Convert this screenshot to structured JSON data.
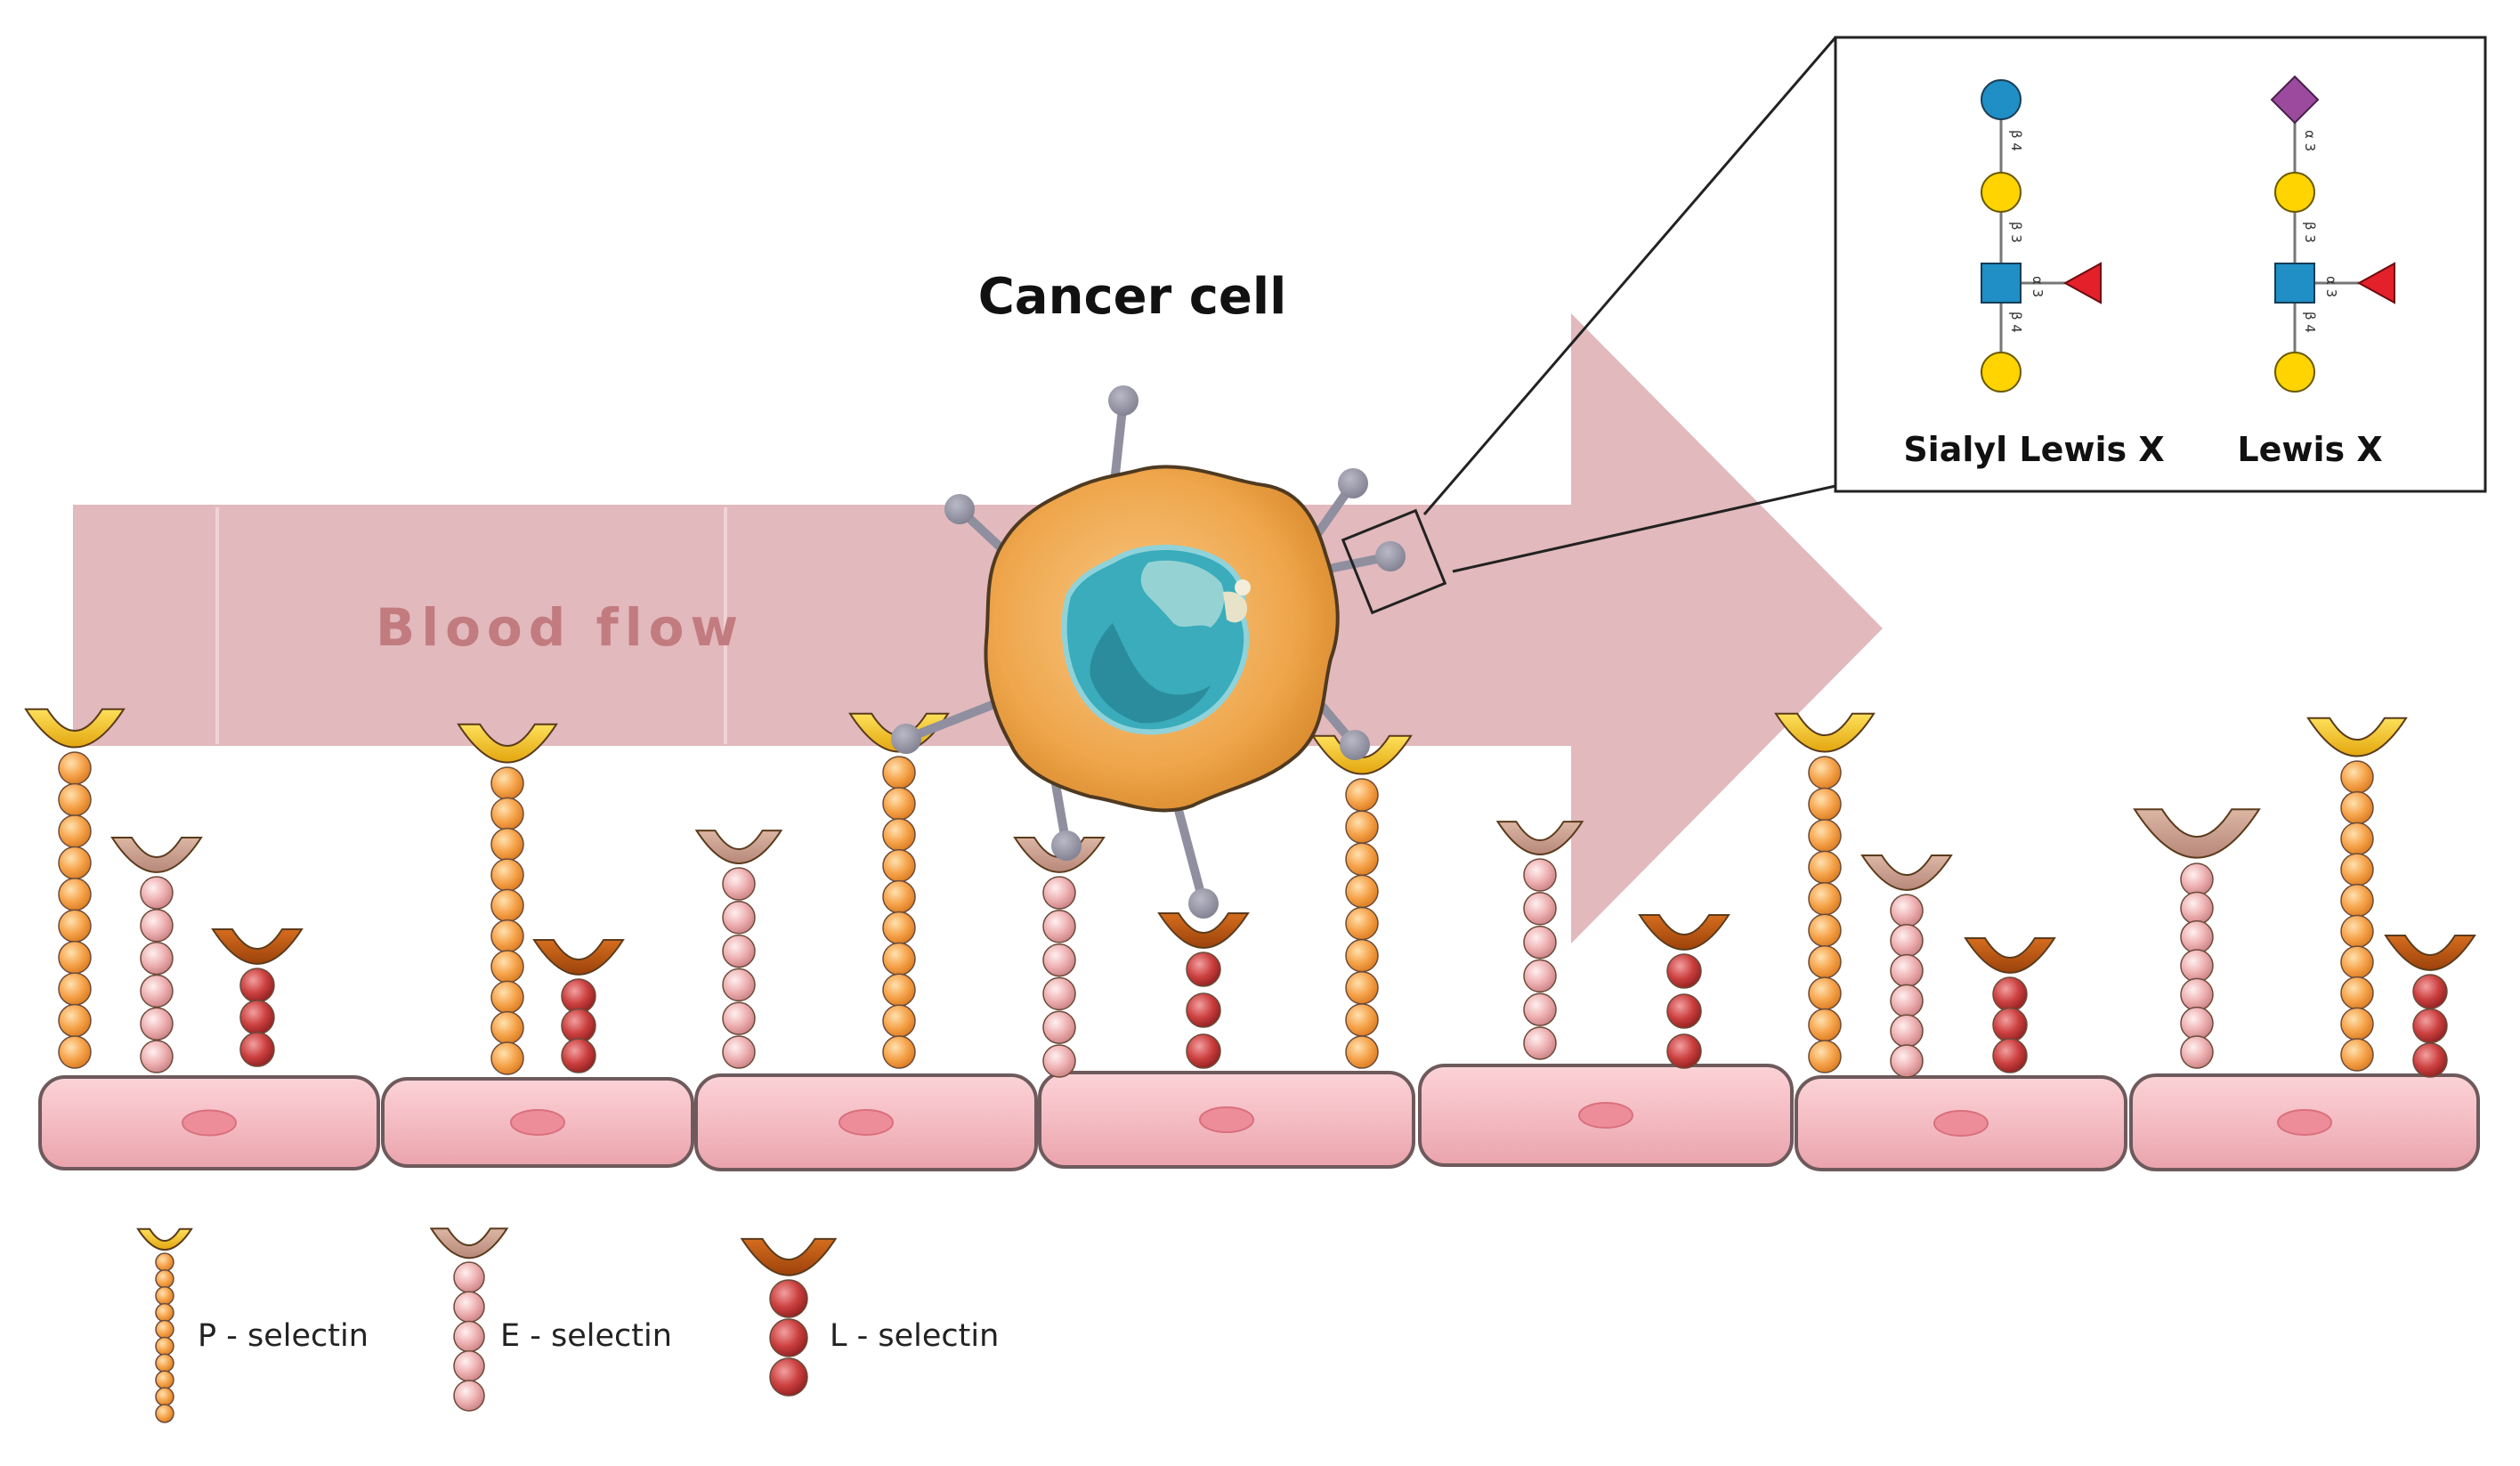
{
  "diagram": {
    "title": "Cancer cell",
    "flow_label": "Blood flow",
    "inset": {
      "structures": [
        {
          "name": "Sialyl Lewis X",
          "links": {
            "top": "β 4",
            "middle": "β 3",
            "lower": "β 4",
            "branch": "α 3"
          }
        },
        {
          "name": "Lewis X",
          "links": {
            "top": "α 3",
            "middle": "β 3",
            "lower": "β 4",
            "branch": "α 3"
          }
        }
      ]
    },
    "legend": [
      {
        "label": "P - selectin",
        "type": "P"
      },
      {
        "label": "E - selectin",
        "type": "E"
      },
      {
        "label": "L - selectin",
        "type": "L"
      }
    ],
    "colors": {
      "arrow": "#dfb3b7",
      "flow_text": "#c27b7f",
      "p_selectin_bead": "#f4a24a",
      "p_selectin_cup": "#f2c31d",
      "e_selectin_bead": "#e8a7a9",
      "e_selectin_cup": "#c99e8c",
      "l_selectin_bead": "#c63a3a",
      "l_selectin_cup": "#c05a12",
      "endothelial_cell": "#f4bcc3",
      "endothelial_nucleus": "#ee8d9a",
      "cancer_cell": "#eea54a",
      "nucleus": "#3aacbb",
      "galactose": "#ffd400",
      "glcnac": "#1f8fc5",
      "fucose": "#e4202a",
      "sialic_acid": "#9b4a9e",
      "glucose": "#1f8fc5"
    },
    "icons": [
      "galactose-circle-icon",
      "glcnac-square-icon",
      "fucose-triangle-icon",
      "sialic-acid-diamond-icon",
      "glucose-circle-icon"
    ]
  }
}
